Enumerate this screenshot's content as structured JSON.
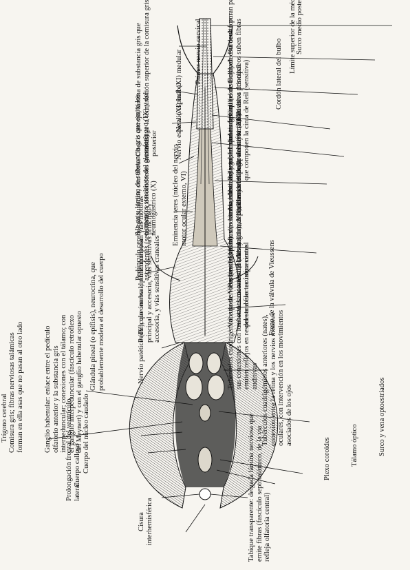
{
  "labels": {
    "cisura": "Cisura interhemisférica",
    "prolongacion": "Prolongación frontal del ventrículo lateral",
    "calloso": "Cuerpo calloso",
    "caudado": "Cuerpo del núcleo caudado",
    "trigono": "Trígono cerebral",
    "comisura": "Comisura gris; fibras nerviosas talámicas forman en ella asas que no pasan al otro lado",
    "habenular": "Ganglio habenular: enlace entre el pedículo olfatorio anterior y la substancia gris interpeduncular; conexiones con el tálamo; con el ganglio interpeduncular (fascículo retroflexo del Meynert) y con el ganglio habenular opuesto",
    "pineal": "Glándula pineal (o epífisis), neurocrina, que probablemente modera el desarrollo del cuerpo",
    "patetico": "Nervio patético (IV), que inerva el oblicuo mayor",
    "pedunculo_cerebral": "Pedúnculo cerebral, por el que pasan vías motoras principal y accesoria, vías sensitivas principal y accesoria, y vías sensitivas craneales",
    "pedunculo_cerebeloso": "Pedúnculo cerebeloso superior, con fibras ascendentes (sensitivas) y descendentes (motoras)",
    "eminencia": "Eminencia teres (núcleo del nervio motor ocular externo, VI)",
    "ala_gris": "Ala gris: lámina de substancia gris que emite los elementos sensitivos del glosofaríngeo (IX) y del neumogástrico (X)",
    "espinal_bulbar": "Nervio espinal (XI) bulbar",
    "espinal_medular": "Nervio espinal (XI) medular",
    "obex": "Obex o cerrojo, lámina de substancia gris que constituye la terminación superior de la comisura gris posterior",
    "primer_cervical": "Primer nervio cervical",
    "tabique": "Tabique transparente: delgada lámina nerviosa que emite fibras (fascículo septotalámico, de la vía refleja olfatoria central)",
    "plexo": "Plexo coroides",
    "talamo": "Tálamo óptico",
    "surco_vena": "Surco y vena optoestriados",
    "tub_anteriores": "Tubérculos cuadrigéminos anteriores (nates), conexión entre la retina y los nervios motores oculares, con intervención en los movimientos asociados de los ojos",
    "tub_posteriores": "Tubérculos cuadrigéminos posteriores (testes); por sus conexiones con los nervios motores del cráneo emiten reflejos en respuesta a fuertes impresiones auditivas",
    "freno": "Freno de la válvula de Vieussens",
    "valvula": "Válvula de Vieussens (cortada): dos láminas de substancia nerviosa (blanca y gris), dependencia del cerebelo",
    "barbas": "Barbas del cálamus (o estrías acústicas) y tubérculo acústico (del auditivo, VII), elementos de la vía acústica central",
    "ala_blanca_ext": "Ala blanca externa, substancia gris en que terminan las dos ramas coclear y vestibular del nervio auditivo",
    "ala_blanca_int": "Ala blanca interna, substancia gris que constituye el núcleo del hipogloso mayor (XII)",
    "relieve_goll": "Relieve del núcleo de Goll (el de Burdach está oculto por el cuerpo restiforme): de estos dos núcleos suben fibras que componen la cinta de Reil (sensitiva)",
    "fasciculos": "Los fascículos de Goll y de Burdach forman parte de la vía sensitiva principal",
    "cordon": "Cordón lateral del bulbo",
    "limite": "Límite superior de la médula espinal",
    "surco_medio": "Surco medio posterior de la médula"
  }
}
